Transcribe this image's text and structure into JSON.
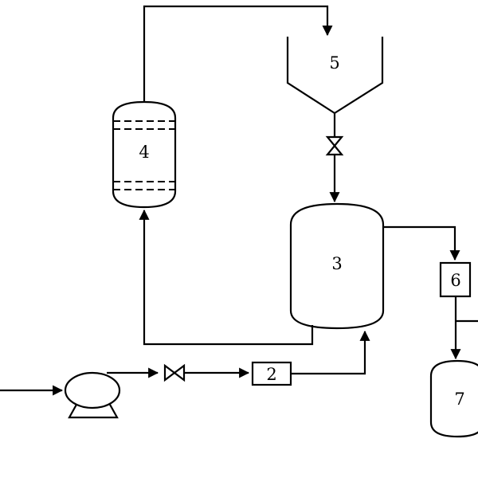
{
  "diagram": {
    "labels": {
      "pump_cooler": "2",
      "reactor": "3",
      "column": "4",
      "hopper": "5",
      "filter": "6",
      "receiver": "7"
    }
  }
}
